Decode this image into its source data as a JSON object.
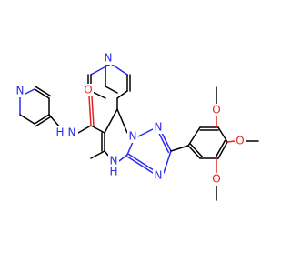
{
  "colors": {
    "background": "#ffffff",
    "carbon_bond": "#000000",
    "nitrogen": "#2a2af0",
    "oxygen": "#e8231f"
  },
  "atom_labels": {
    "pyridine_top_n": "N",
    "pyridine_left_n": "N",
    "amide_nh": "N",
    "amide_h": "H",
    "amide_o": "O",
    "ring_n1": "N",
    "ring_n2": "N",
    "ring_n3": "N",
    "ring_nh_n": "N",
    "ring_nh_h": "H",
    "methoxy_o_top": "O",
    "methoxy_o_mid": "O",
    "methoxy_o_bottom": "O"
  }
}
